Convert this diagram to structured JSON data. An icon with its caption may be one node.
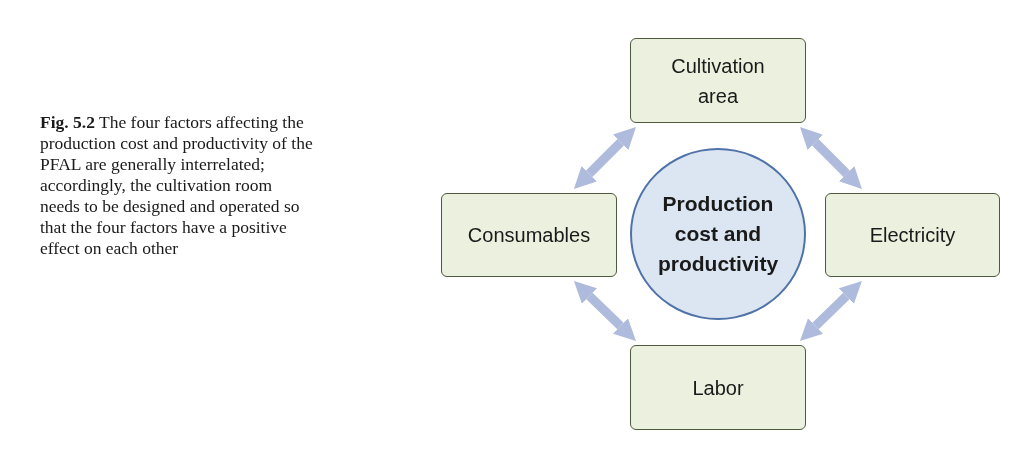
{
  "diagram": {
    "caption": "**Fig. 5.2** The four factors affecting the production cost and productivity of the PFAL are generally interrelated; accordingly, the cultivation room needs to be designed and operated so that the four factors have a positive effect on each other",
    "nodes": [
      {
        "text": [
          "Cultivation area"
        ]
      },
      {
        "text": [
          "Consumables"
        ]
      },
      {
        "text": [
          "Production cost and productivity"
        ]
      },
      {
        "text": [
          "Electricity"
        ]
      },
      {
        "text": [
          "Labor"
        ]
      }
    ],
    "edges": [
      {
        "from": 0,
        "to": 1,
        "arrow": "both",
        "color": "#aebbdc"
      },
      {
        "from": 0,
        "to": 3,
        "arrow": "both",
        "color": "#aebbdc"
      },
      {
        "from": 1,
        "to": 4,
        "arrow": "both",
        "color": "#aebbdc"
      },
      {
        "from": 3,
        "to": 4,
        "arrow": "both",
        "color": "#aebbdc"
      }
    ]
  }
}
